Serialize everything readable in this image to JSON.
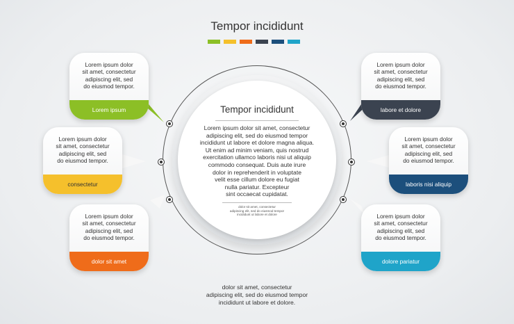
{
  "header": {
    "title": "Tempor incididunt",
    "swatch_colors": [
      "#8cbf26",
      "#f5c02c",
      "#ef6c1a",
      "#3b4350",
      "#1c4f7c",
      "#1fa4c9"
    ]
  },
  "center": {
    "title": "Tempor incididunt",
    "body": "Lorem ipsum dolor sit amet, consectetur\nadipiscing elit, sed do eiusmod tempor\nincididunt ut labore et dolore magna aliqua.\nUt enim ad minim veniam, quis nostrud\nexercitation ullamco laboris nisi ut aliquip\ncommodo consequat. Duis aute irure\ndolor in reprehenderit in voluptate\nvelit esse cillum dolore eu fugiat\nnulla pariatur. Excepteur\nsint occaecat cupidatat.",
    "small": "dolor sit amet, consectetur\nadipiscing elit, sed do eiusmod tempor\nincididunt ut labore et dolore"
  },
  "bubbles": [
    {
      "text": "Lorem ipsum dolor\nsit amet, consectetur\nadipiscing elit, sed\ndo eiusmod tempor.",
      "label": "Lorem ipsum",
      "color": "#8cbf26",
      "label_color": "#ffffff"
    },
    {
      "text": "Lorem ipsum dolor\nsit amet, consectetur\nadipiscing elit, sed\ndo eiusmod tempor.",
      "label": "consectetur",
      "color": "#f5c02c",
      "label_color": "#333333"
    },
    {
      "text": "Lorem ipsum dolor\nsit amet, consectetur\nadipiscing elit, sed\ndo eiusmod tempor.",
      "label": "dolor sit amet",
      "color": "#ef6c1a",
      "label_color": "#ffffff"
    },
    {
      "text": "Lorem ipsum dolor\nsit amet, consectetur\nadipiscing elit, sed\ndo eiusmod tempor.",
      "label": "labore et dolore",
      "color": "#3b4350",
      "label_color": "#ffffff"
    },
    {
      "text": "Lorem ipsum dolor\nsit amet, consectetur\nadipiscing elit, sed\ndo eiusmod tempor.",
      "label": "laboris nisi aliquip",
      "color": "#1c4f7c",
      "label_color": "#ffffff"
    },
    {
      "text": "Lorem ipsum dolor\nsit amet, consectetur\nadipiscing elit, sed\ndo eiusmod tempor.",
      "label": "dolore pariatur",
      "color": "#1fa4c9",
      "label_color": "#ffffff"
    }
  ],
  "footer": {
    "text": "dolor sit amet, consectetur\nadipiscing elit, sed do eiusmod tempor\nincididunt ut labore et dolore."
  }
}
